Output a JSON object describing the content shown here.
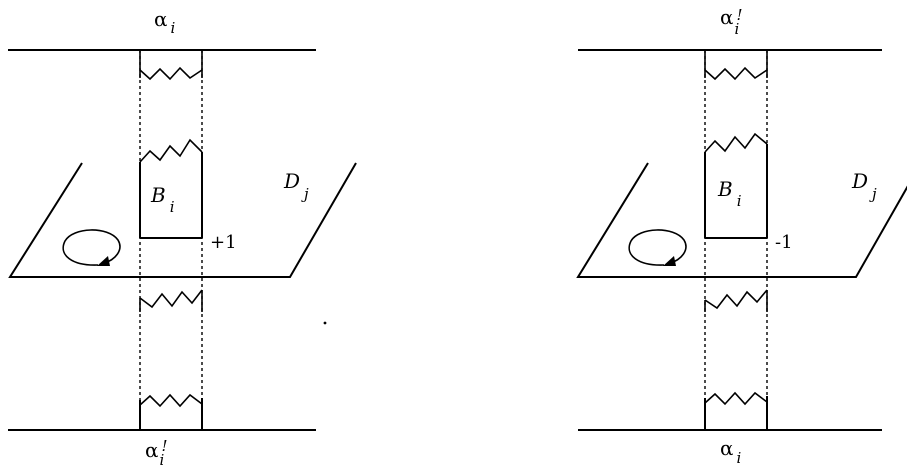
{
  "left": {
    "top_label": {
      "base": "α",
      "sub": "i"
    },
    "bottom_label": {
      "base": "α",
      "sub": "i",
      "prime": "!"
    },
    "band_label": {
      "base": "B",
      "sub": "i"
    },
    "disk_label": {
      "base": "D",
      "sub": "j"
    },
    "sign": "+1"
  },
  "right": {
    "top_label": {
      "base": "α",
      "sub": "i",
      "prime": "!"
    },
    "bottom_label": {
      "base": "α",
      "sub": "i"
    },
    "band_label": {
      "base": "B",
      "sub": "i"
    },
    "disk_label": {
      "base": "D",
      "sub": "j"
    },
    "sign": "-1"
  }
}
